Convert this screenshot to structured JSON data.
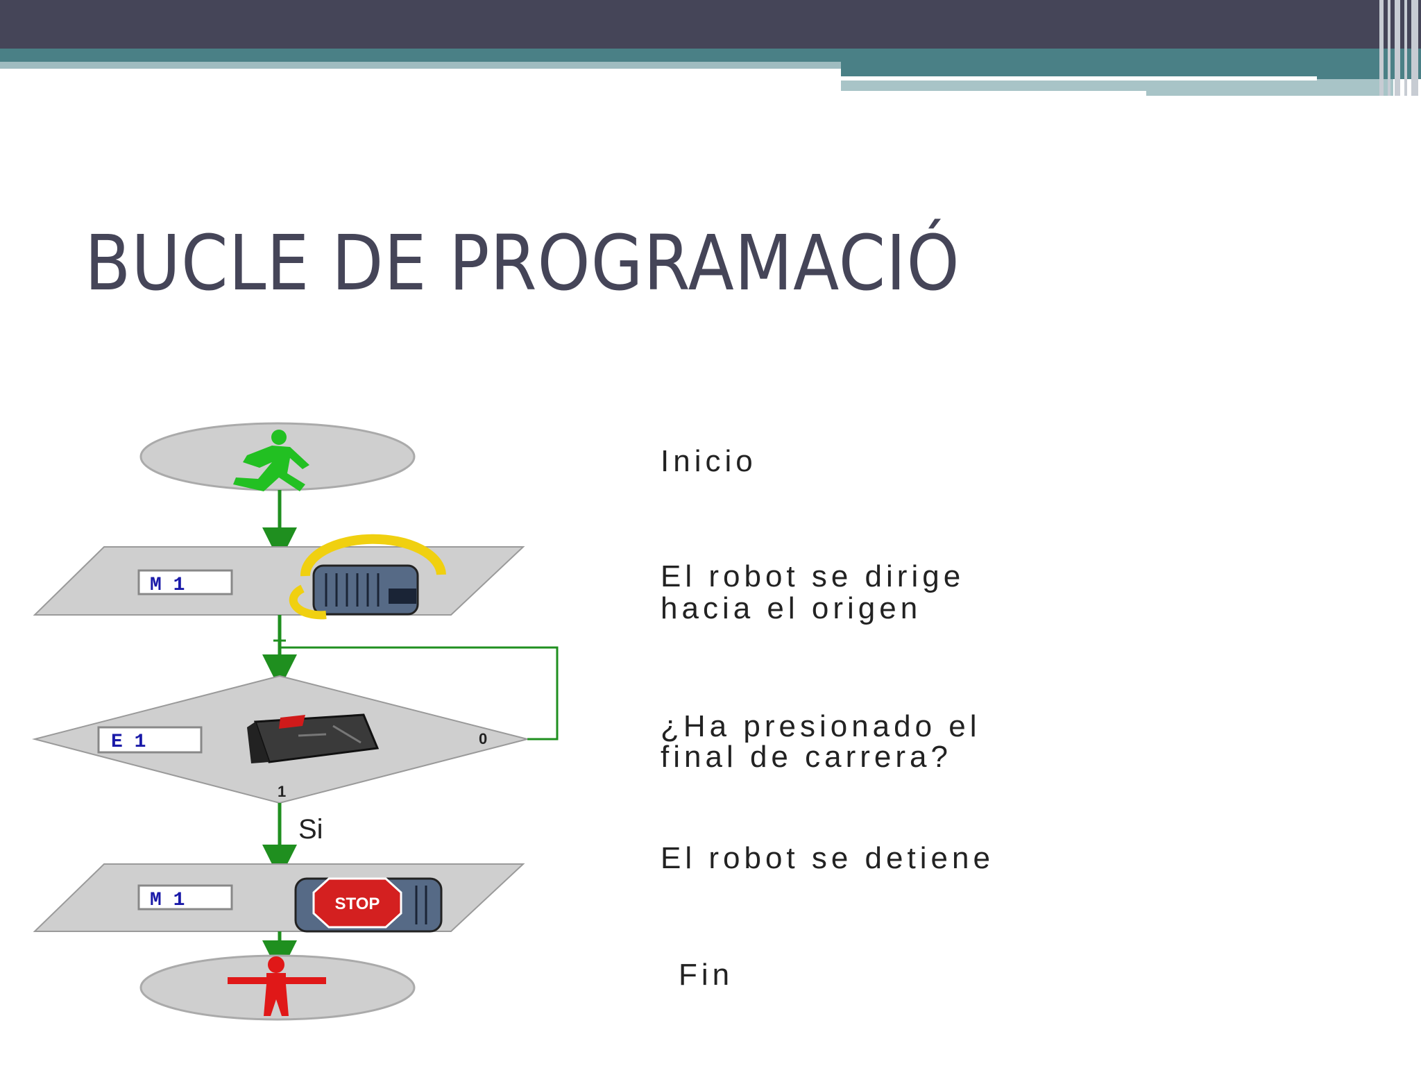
{
  "slide": {
    "title": "BUCLE DE PROGRAMACIÓ",
    "accent_dark": "#454558",
    "accent_teal": "#4a8086"
  },
  "flowchart": {
    "steps": {
      "start": {
        "icon": "green-walking-figure-icon",
        "description": "Inicio"
      },
      "motor_on": {
        "port_label": "M 1",
        "icon": "motor-rotating-icon",
        "description_line1": "El robot se dirige",
        "description_line2": "hacia el origen"
      },
      "decision": {
        "port_label": "E 1",
        "icon": "limit-switch-icon",
        "branch_false": "0",
        "branch_true": "1",
        "description_line1": "¿Ha presionado el",
        "description_line2": "final de carrera?"
      },
      "yes_label": "Si",
      "motor_stop": {
        "port_label": "M 1",
        "icon": "motor-stop-icon",
        "stop_text": "STOP",
        "description": "El robot se detiene"
      },
      "end": {
        "icon": "red-standing-figure-icon",
        "description": "Fin"
      }
    },
    "colors": {
      "shape_fill": "#cfcfcf",
      "arrow": "#1f8f1f",
      "start_figure": "#22c022",
      "end_figure": "#e01818",
      "port_text": "#1a1aa8",
      "stop_red": "#d42020"
    }
  }
}
